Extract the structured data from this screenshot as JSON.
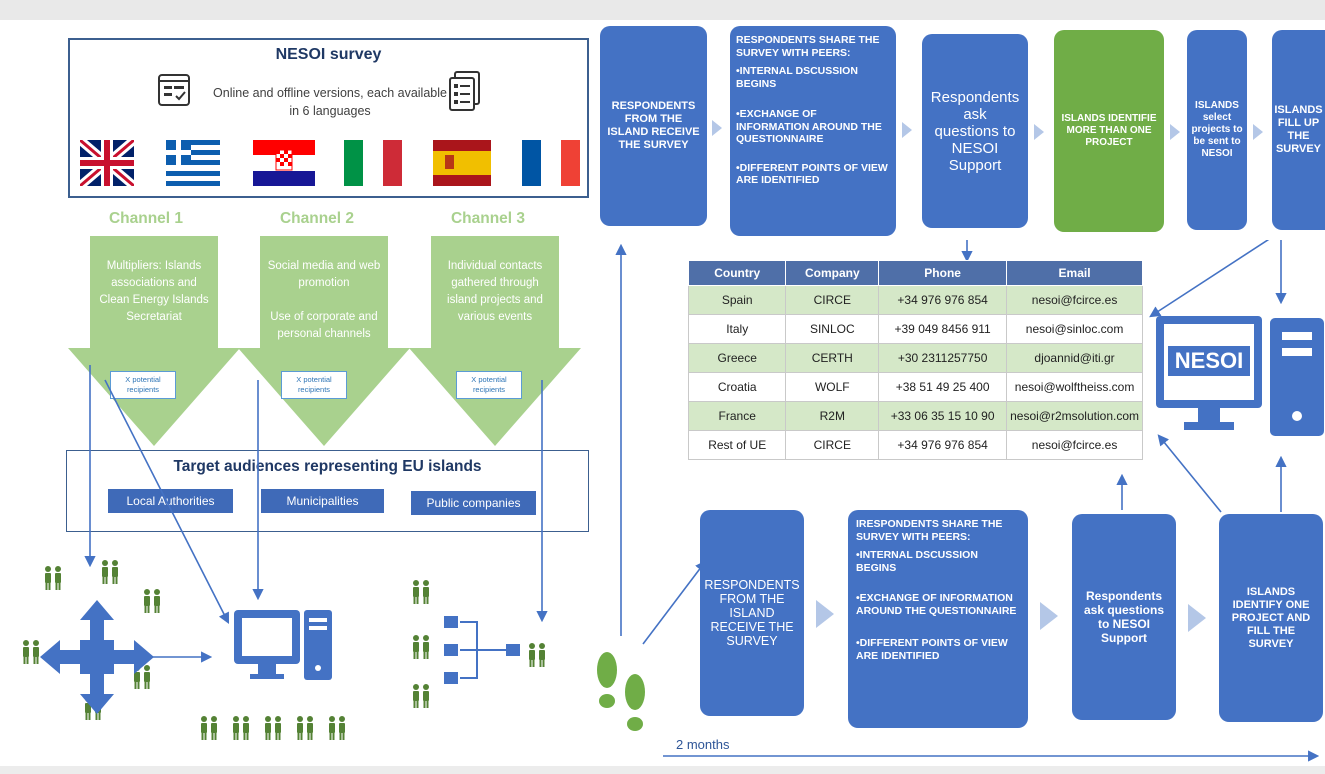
{
  "survey": {
    "title": "NESOI survey",
    "subtitle": "Online and offline versions, each available in 6 languages"
  },
  "channels": [
    {
      "title": "Channel 1",
      "text": "Multipliers: Islands associations and Clean Energy Islands Secretariat",
      "recipients": "X potential recipients"
    },
    {
      "title": "Channel 2",
      "text": "Social media and web promotion\n\nUse of corporate and personal channels",
      "recipients": "X potential recipients"
    },
    {
      "title": "Channel 3",
      "text": "Individual contacts gathered through island projects and various events",
      "recipients": "X potential recipients"
    }
  ],
  "target": {
    "title": "Target audiences representing EU islands",
    "audiences": [
      "Local Authorities",
      "Municipalities",
      "Public companies"
    ]
  },
  "top_flow": {
    "receive": "RESPONDENTS FROM THE ISLAND RECEIVE THE SURVEY",
    "share_title": "RESPONDENTS SHARE THE SURVEY WITH PEERS:",
    "share_items": [
      "•INTERNAL DSCUSSION BEGINS",
      "•EXCHANGE OF INFORMATION AROUND THE QUESTIONNAIRE",
      "•DIFFERENT POINTS OF VIEW ARE IDENTIFIED"
    ],
    "ask": "Respondents ask questions to NESOI Support",
    "identify": "ISLANDS IDENTIFIE MORE THAN ONE PROJECT",
    "select": "ISLANDS select projects to be sent to NESOI",
    "fill": "ISLANDS FILL UP THE SURVEY"
  },
  "bottom_flow": {
    "receive": "RESPONDENTS FROM THE ISLAND RECEIVE THE SURVEY",
    "share_title": "IRESPONDENTS SHARE THE SURVEY WITH PEERS:",
    "share_items": [
      "•INTERNAL DSCUSSION BEGINS",
      "•EXCHANGE OF INFORMATION AROUND THE QUESTIONNAIRE",
      "•DIFFERENT POINTS OF VIEW ARE IDENTIFIED"
    ],
    "ask": "Respondents ask questions to NESOI Support",
    "identify": "ISLANDS IDENTIFY ONE PROJECT AND FILL THE SURVEY"
  },
  "contacts": {
    "headers": [
      "Country",
      "Company",
      "Phone",
      "Email"
    ],
    "rows": [
      [
        "Spain",
        "CIRCE",
        "+34 976 976 854",
        "nesoi@fcirce.es"
      ],
      [
        "Italy",
        "SINLOC",
        "+39 049 8456 911",
        "nesoi@sinloc.com"
      ],
      [
        "Greece",
        "CERTH",
        "+30 2311257750",
        "djoannid@iti.gr"
      ],
      [
        "Croatia",
        "WOLF",
        "+38 51 49 25 400",
        "nesoi@wolftheiss.com"
      ],
      [
        "France",
        "R2M",
        "+33 06 35 15 10 90",
        "nesoi@r2msolution.com"
      ],
      [
        "Rest of UE",
        "CIRCE",
        "+34 976 976 854",
        "nesoi@fcirce.es"
      ]
    ]
  },
  "logo_text": "NESOI",
  "timeline": "2 months",
  "colors": {
    "blue_box": "#4472c4",
    "green_box": "#70ad47",
    "light_green": "#a9d18e",
    "chevron": "#b4c7e7",
    "people": "#548235",
    "icon_blue": "#4472c4"
  },
  "icons": [
    "survey-form-icon",
    "checklist-icon",
    "people-icon",
    "computer-icon",
    "network-hub-icon",
    "org-chart-icon",
    "footsteps-icon",
    "nesoi-monitor-icon",
    "server-tower-icon"
  ]
}
